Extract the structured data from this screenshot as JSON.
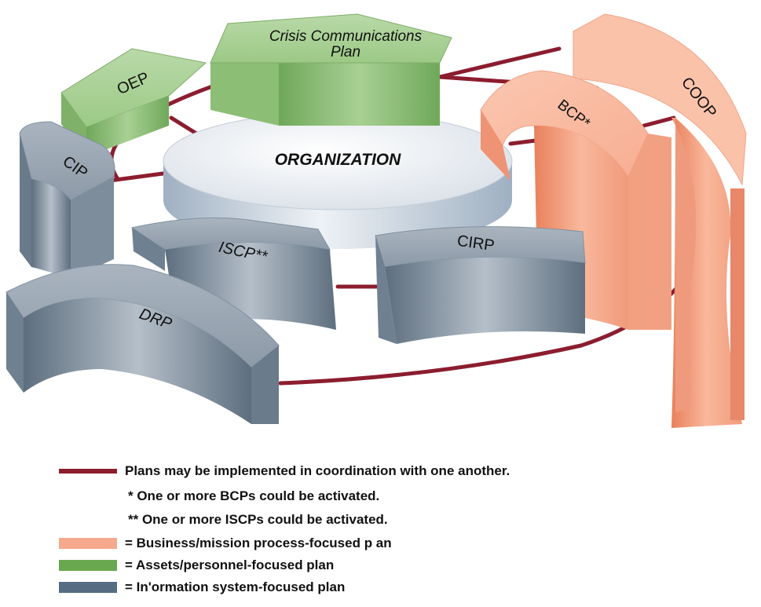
{
  "diagram": {
    "center_label": "ORGANIZATION",
    "segments": {
      "oep": "OEP",
      "ccp_line1": "Crisis Communications",
      "ccp_line2": "Plan",
      "coop": "COOP",
      "bcp": "BCP*",
      "cip": "CIP",
      "iscp": "ISCP**",
      "cirp": "CIRP",
      "drp": "DRP"
    }
  },
  "legend": {
    "coordination": "Plans may be implemented in coordination with one another.",
    "note_bcp": "*   One or more BCPs could be activated.",
    "note_iscp": "** One or more ISCPs could be activated.",
    "business": "= Business/mission process-focused p an",
    "assets": "= Assets/personnel-focused plan",
    "info": "= In'ormation system-focused plan"
  },
  "colors": {
    "connector": "#8b1d2f",
    "business": "#f6a98c",
    "assets": "#6aa84f",
    "info": "#566c82",
    "center": "#dfe6ee"
  }
}
